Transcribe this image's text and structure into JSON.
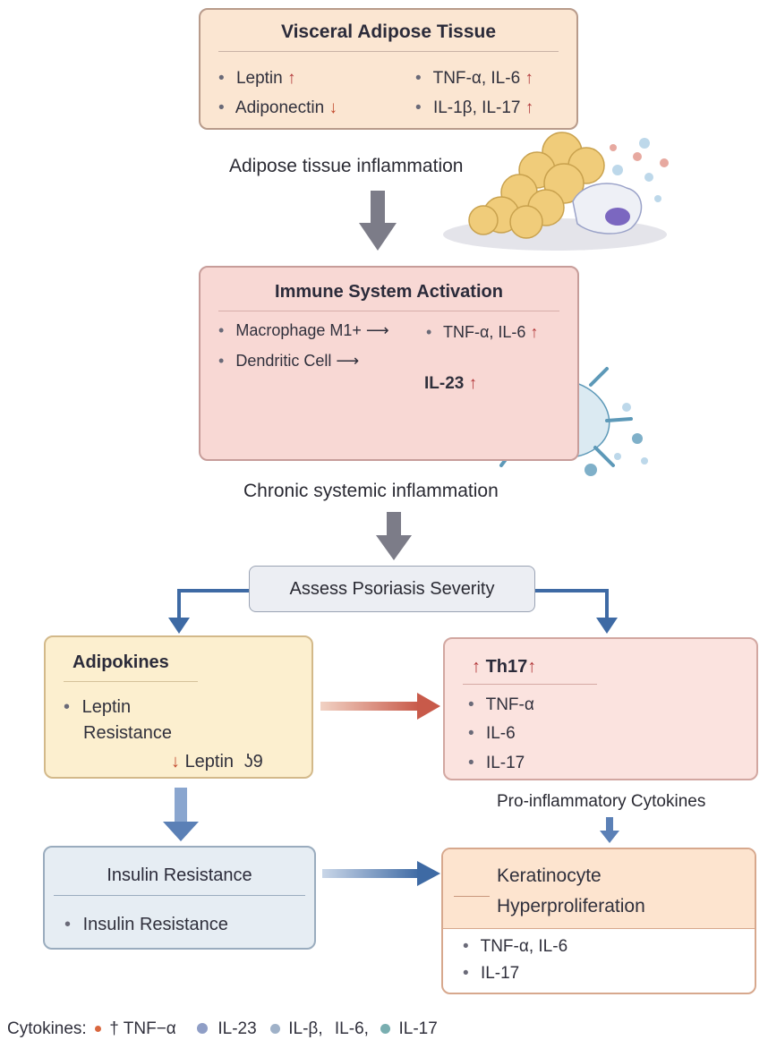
{
  "visceral": {
    "title": "Visceral Adipose Tissue",
    "items": [
      {
        "text": "Leptin",
        "arrow": "↑"
      },
      {
        "text": "Adiponectin",
        "arrow": "↓"
      },
      {
        "text": "TNF-α, IL-6",
        "arrow": "↑"
      },
      {
        "text": "IL-1β, IL-17",
        "arrow": "↑"
      }
    ]
  },
  "step1_label": "Adipose tissue inflammation",
  "immune": {
    "title": "Immune System Activation",
    "items": [
      {
        "text": "Macrophage M1+ ⟶"
      },
      {
        "text": "Dendritic Cell ⟶"
      },
      {
        "text": "TNF-α, IL-6",
        "arrow": "↑"
      }
    ],
    "il23": "IL-23",
    "il23_arrow": "↑"
  },
  "step2_label": "Chronic systemic inflammation",
  "assess": "Assess Psoriasis Severity",
  "adipokines": {
    "title": "Adipokines",
    "item1": "Leptin",
    "item2": "Resistance",
    "leptin_arrow": "↓",
    "leptin": "Leptin",
    "glyph": "ʖ9"
  },
  "th17": {
    "title": "Th17",
    "arrow_left": "↑",
    "arrow_right": "↑",
    "items": [
      "TNF-α",
      "IL-6",
      "IL-17"
    ],
    "caption": "Pro-inflammatory Cytokines"
  },
  "insulin": {
    "title": "Insulin Resistance",
    "item": "Insulin Resistance"
  },
  "keratinocyte": {
    "title_line1": "Keratinocyte",
    "title_line2": "Hyperproliferation",
    "items": [
      "TNF-α, IL-6",
      "IL-17"
    ]
  },
  "legend": {
    "prefix": "Cytokines:",
    "entries": [
      {
        "label": "† TNF−α",
        "color": "#d9673f"
      },
      {
        "label": "IL-23",
        "color": "#8f9ec6"
      },
      {
        "label": "IL-β,",
        "color": "#9fb1c8"
      },
      {
        "label": "IL-6,",
        "color": ""
      },
      {
        "label": "IL-17",
        "color": "#79aeb0"
      }
    ]
  },
  "colors": {
    "visceral_bg": "#fbe6d2",
    "immune_bg": "#f8d8d4",
    "adipokines_bg": "#fcefcf",
    "th17_bg": "#fbe3df",
    "insulin_bg": "#e6edf3",
    "keratinocyte_bg": "#fde4cf",
    "arrow_blue": "#3e6aa4",
    "arrow_gray": "#7c7c88"
  }
}
